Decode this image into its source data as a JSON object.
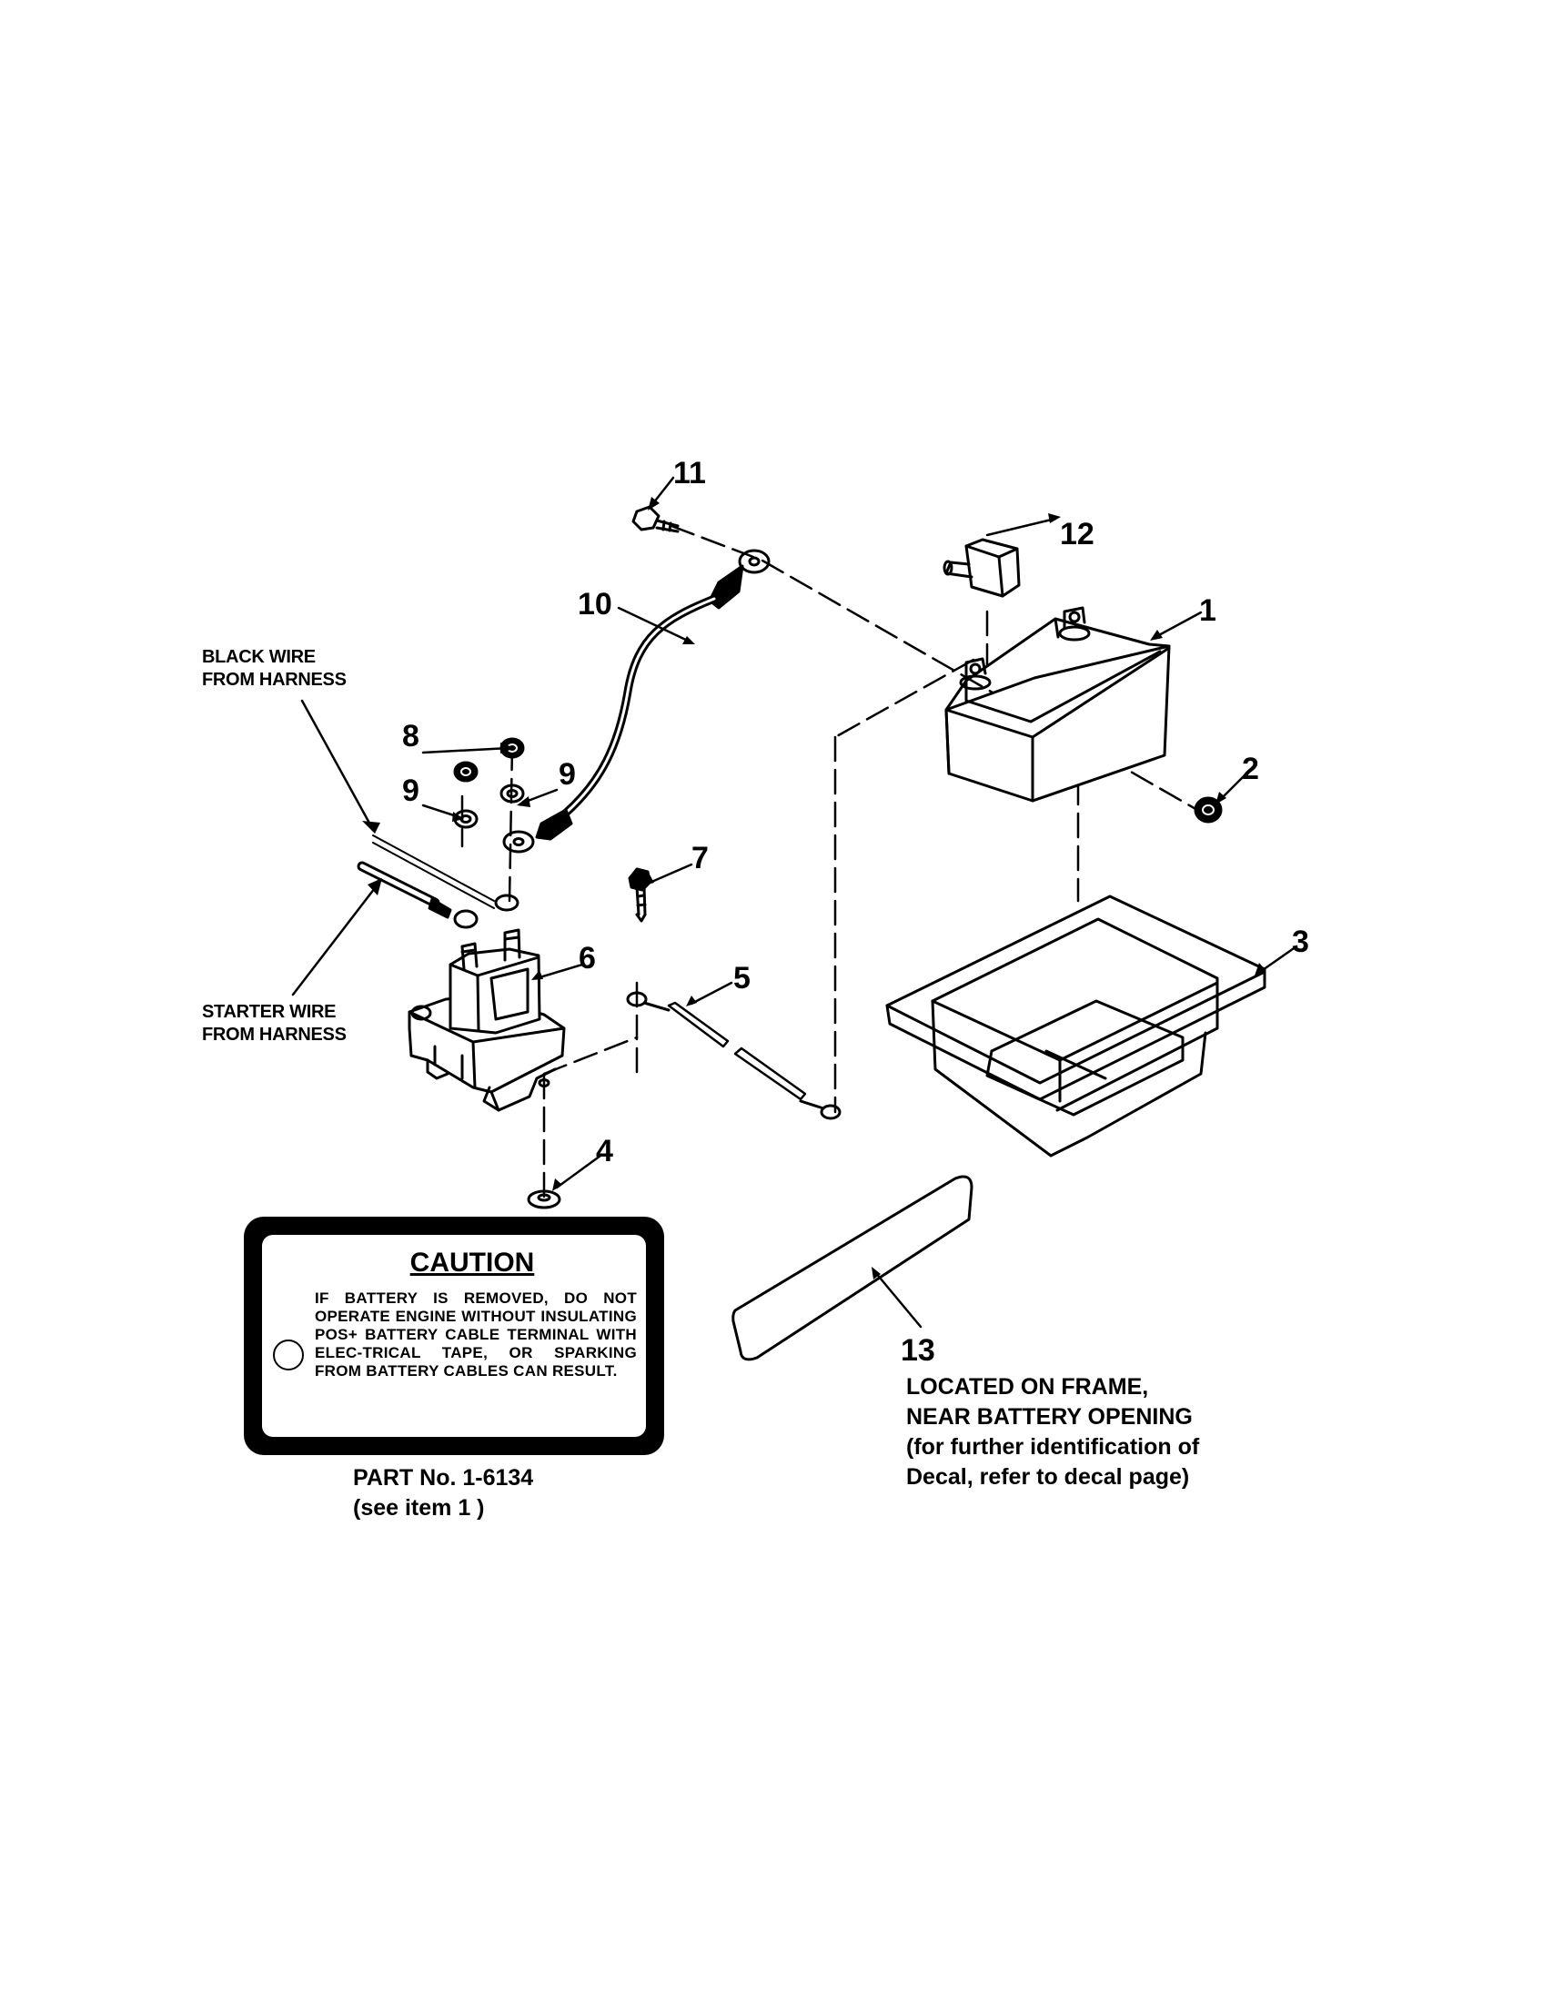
{
  "callouts": {
    "c1": "1",
    "c2": "2",
    "c3": "3",
    "c4": "4",
    "c5": "5",
    "c6": "6",
    "c7": "7",
    "c8": "8",
    "c9a": "9",
    "c9b": "9",
    "c10": "10",
    "c11": "11",
    "c12": "12",
    "c13": "13"
  },
  "labels": {
    "black_wire_line1": "BLACK WIRE",
    "black_wire_line2": "FROM HARNESS",
    "starter_wire_line1": "STARTER WIRE",
    "starter_wire_line2": "FROM HARNESS"
  },
  "caution": {
    "title": "CAUTION",
    "body": "IF BATTERY IS REMOVED, DO NOT OPERATE ENGINE WITHOUT INSULATING POS+ BATTERY CABLE TERMINAL WITH ELEC-TRICAL TAPE, OR SPARKING FROM BATTERY CABLES CAN RESULT."
  },
  "part_caption": {
    "line1": "PART No. 1-6134",
    "line2": "(see item 1 )"
  },
  "decal_caption": {
    "line1": "LOCATED ON FRAME,",
    "line2": "NEAR BATTERY OPENING",
    "line3": "(for further identification of",
    "line4": "Decal, refer to decal page)"
  }
}
